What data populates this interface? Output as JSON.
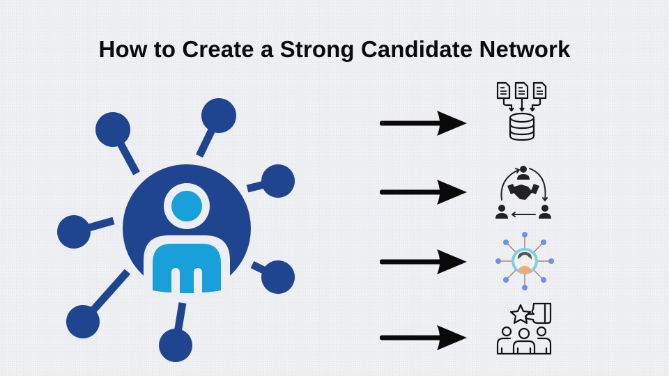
{
  "title": "How to Create a Strong Candidate Network",
  "colors": {
    "background": "#eceef2",
    "network_dark_blue": "#1f4590",
    "person_light_blue": "#199fd9",
    "ring_white": "#eceef2",
    "arrow_black": "#0a0a0a",
    "line_icon_stroke": "#111111",
    "talent_node_blue": "#6f8fe6",
    "talent_ring_teal": "#7fd0de",
    "talent_body_orange": "#f0a97a"
  },
  "main_graphic": {
    "icon": "person-network-icon",
    "satellite_node_count": 7
  },
  "steps": [
    {
      "id": 1,
      "icon": "documents-to-database-icon",
      "arrow": "right-arrow-icon"
    },
    {
      "id": 2,
      "icon": "handshake-cycle-icon",
      "arrow": "right-arrow-icon"
    },
    {
      "id": 3,
      "icon": "talent-network-icon",
      "arrow": "right-arrow-icon"
    },
    {
      "id": 4,
      "icon": "team-star-hand-icon",
      "arrow": "right-arrow-icon"
    }
  ]
}
